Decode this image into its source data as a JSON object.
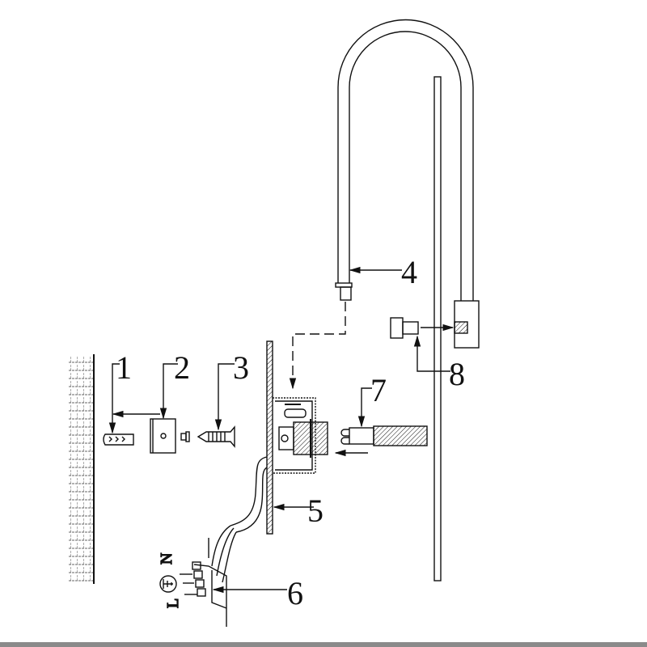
{
  "diagram": {
    "callouts": [
      {
        "number": "1",
        "part": "wall-plug"
      },
      {
        "number": "2",
        "part": "mounting-bracket"
      },
      {
        "number": "3",
        "part": "screw"
      },
      {
        "number": "4",
        "part": "tube-arm"
      },
      {
        "number": "5",
        "part": "wall-plate"
      },
      {
        "number": "6",
        "part": "terminal-connector"
      },
      {
        "number": "7",
        "part": "g9-bulb"
      },
      {
        "number": "8",
        "part": "set-screw-cap"
      }
    ],
    "terminals": {
      "neutral": "N",
      "live": "L",
      "ground_icon": "earth-ground-icon"
    },
    "colors": {
      "line": "#111111",
      "background": "#ffffff",
      "bottom_strip": "#8a8a8a"
    }
  }
}
